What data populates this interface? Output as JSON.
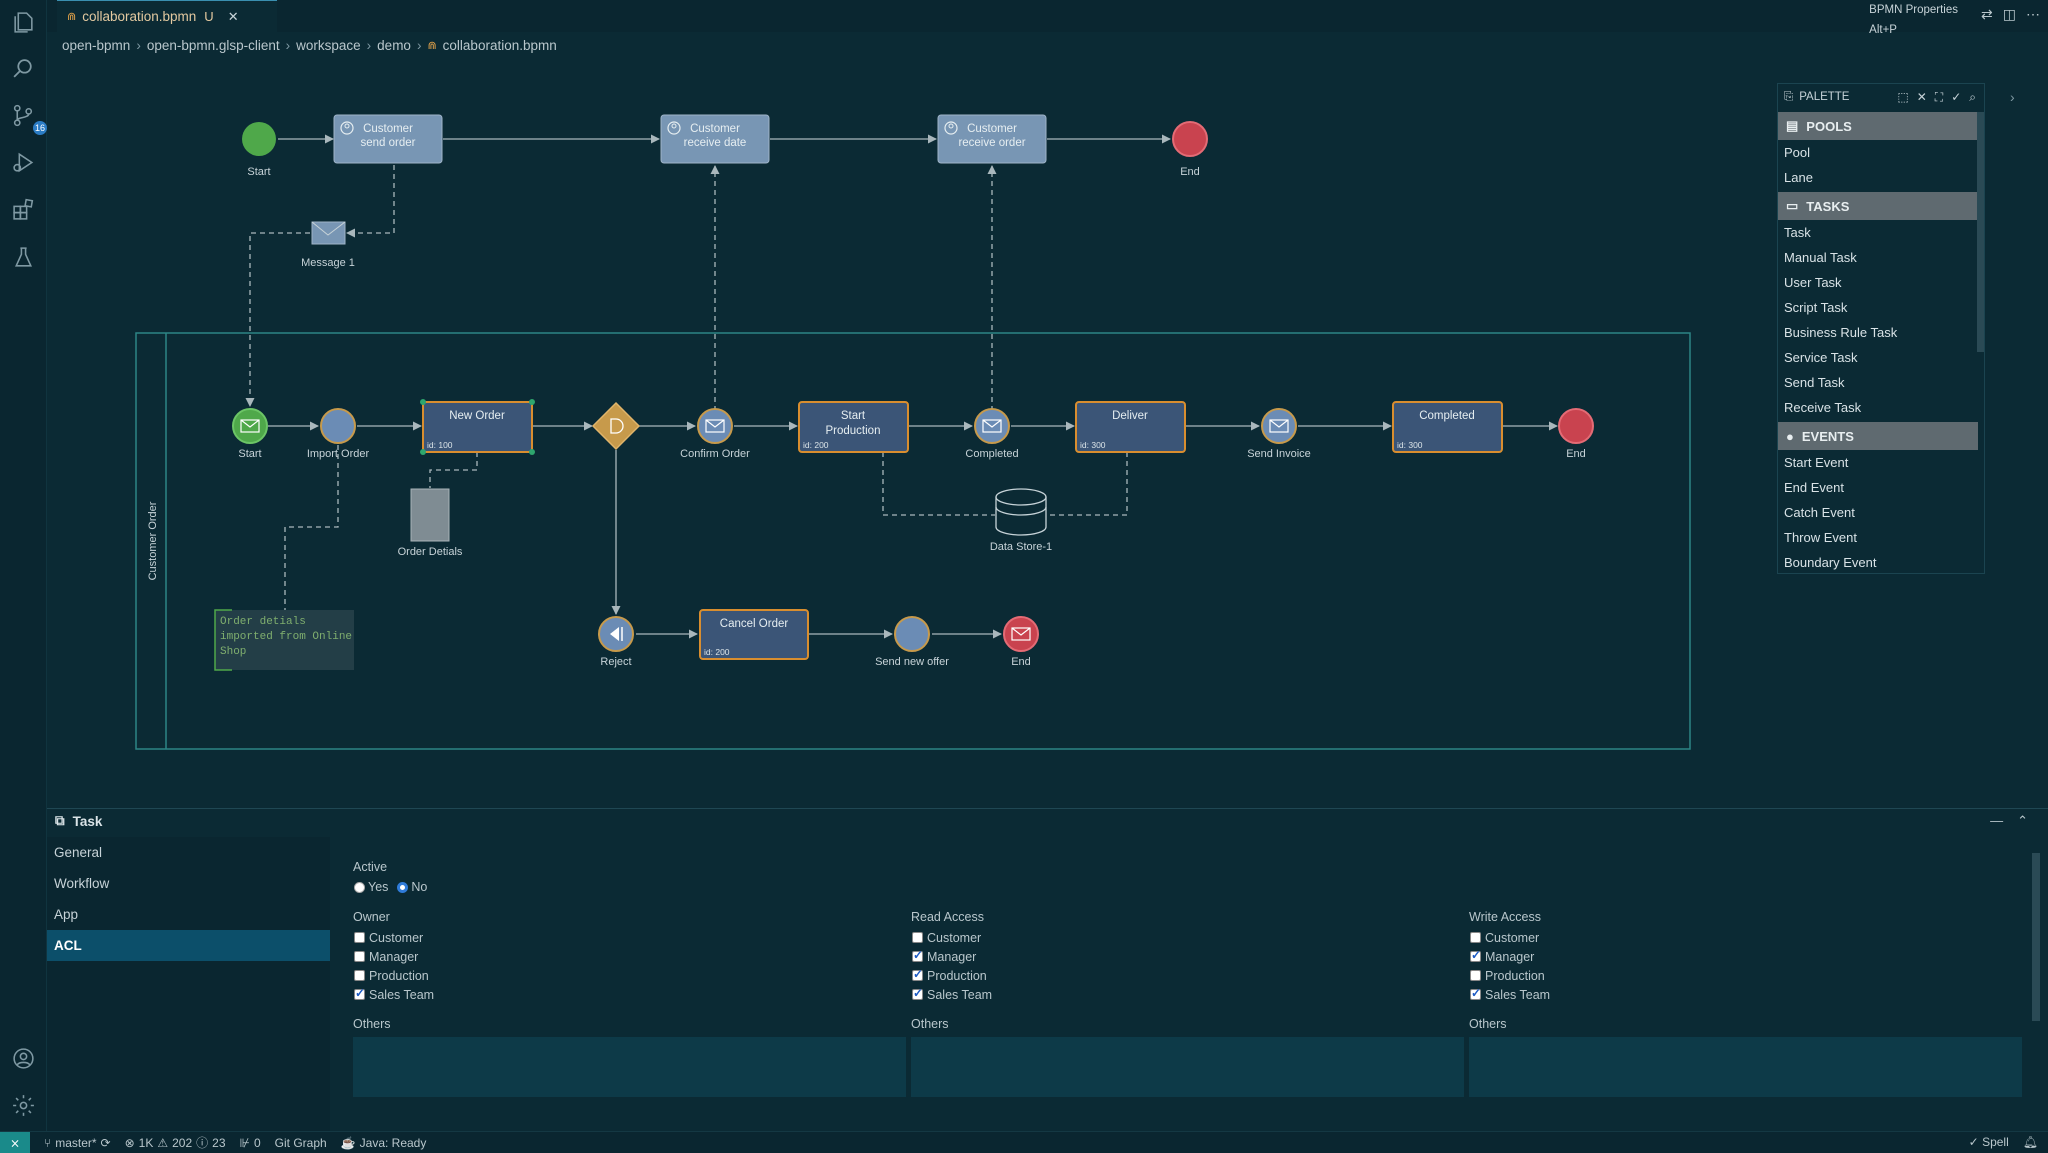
{
  "tab": {
    "filename": "collaboration.bpmn",
    "modified": "U"
  },
  "topright": {
    "title": "BPMN Properties",
    "shortcut": "Alt+P"
  },
  "breadcrumb": [
    "open-bpmn",
    "open-bpmn.glsp-client",
    "workspace",
    "demo",
    "collaboration.bpmn"
  ],
  "activity": {
    "scm_badge": "16"
  },
  "diagram": {
    "top": {
      "start": "Start",
      "task1": [
        "Customer",
        "send order"
      ],
      "task2": [
        "Customer",
        "receive date"
      ],
      "task3": [
        "Customer",
        "receive order"
      ],
      "end": "End",
      "message": "Message 1"
    },
    "pool_label": "Customer Order",
    "lane": {
      "start": "Start",
      "import_order": "Import Order",
      "new_order": "New Order",
      "new_order_id": "id: 100",
      "confirm_order": "Confirm Order",
      "start_production": [
        "Start",
        "Production"
      ],
      "start_production_id": "id: 200",
      "completed_event": "Completed",
      "deliver": "Deliver",
      "deliver_id": "id: 300",
      "send_invoice": "Send Invoice",
      "completed_task": "Completed",
      "completed_task_id": "id: 300",
      "end": "End",
      "order_details": "Order Detials",
      "data_store": "Data Store-1",
      "annotation": [
        "Order detials",
        "imported from Online",
        "Shop"
      ],
      "reject": "Reject",
      "cancel_order": "Cancel Order",
      "cancel_order_id": "id: 200",
      "send_new_offer": "Send new offer",
      "end2": "End"
    }
  },
  "palette": {
    "title": "PALETTE",
    "sections": [
      {
        "name": "POOLS",
        "items": [
          "Pool",
          "Lane"
        ]
      },
      {
        "name": "TASKS",
        "items": [
          "Task",
          "Manual Task",
          "User Task",
          "Script Task",
          "Business Rule Task",
          "Service Task",
          "Send Task",
          "Receive Task"
        ]
      },
      {
        "name": "EVENTS",
        "items": [
          "Start Event",
          "End Event",
          "Catch Event",
          "Throw Event",
          "Boundary Event"
        ]
      }
    ]
  },
  "properties": {
    "title": "Task",
    "tabs": [
      "General",
      "Workflow",
      "App",
      "ACL"
    ],
    "active_tab": "ACL",
    "active": {
      "label": "Active",
      "yes": "Yes",
      "no": "No",
      "selected": "No"
    },
    "groups": [
      {
        "label": "Owner",
        "items": [
          {
            "label": "Customer",
            "checked": false
          },
          {
            "label": "Manager",
            "checked": false
          },
          {
            "label": "Production",
            "checked": false
          },
          {
            "label": "Sales Team",
            "checked": true
          }
        ],
        "others": "Others"
      },
      {
        "label": "Read Access",
        "items": [
          {
            "label": "Customer",
            "checked": false
          },
          {
            "label": "Manager",
            "checked": true
          },
          {
            "label": "Production",
            "checked": true
          },
          {
            "label": "Sales Team",
            "checked": true
          }
        ],
        "others": "Others"
      },
      {
        "label": "Write Access",
        "items": [
          {
            "label": "Customer",
            "checked": false
          },
          {
            "label": "Manager",
            "checked": true
          },
          {
            "label": "Production",
            "checked": false
          },
          {
            "label": "Sales Team",
            "checked": true
          }
        ],
        "others": "Others"
      }
    ]
  },
  "status": {
    "branch": "master*",
    "errors": "1K",
    "warnings": "202",
    "infos": "23",
    "ports": "0",
    "git_graph": "Git Graph",
    "java": "Java: Ready",
    "spell": "Spell"
  },
  "colors": {
    "background": "#0b2a34",
    "task_fill": "#3b5577",
    "task_border": "#d98e2f",
    "top_task_fill": "#7896b4",
    "start_event": "#4fa84a",
    "end_event": "#c9434f",
    "gateway": "#c79a4b",
    "active_tab": "#0c4f6a"
  }
}
